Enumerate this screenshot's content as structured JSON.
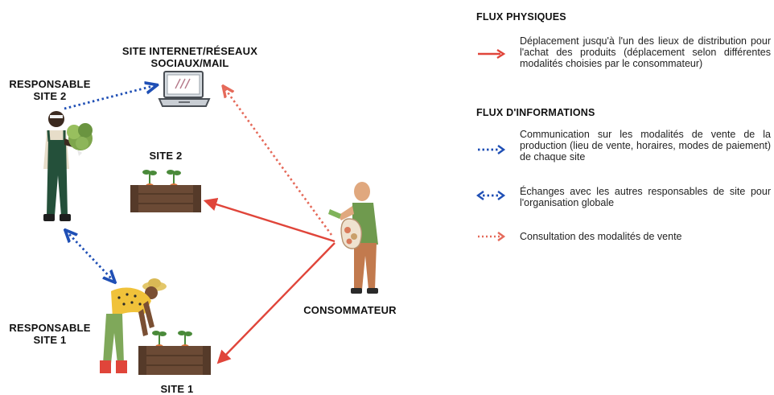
{
  "nodes": {
    "website": "SITE INTERNET/RÉSEAUX\nSOCIAUX/MAIL",
    "resp2": "RESPONSABLE\nSITE 2",
    "site2": "SITE 2",
    "consumer": "CONSOMMATEUR",
    "resp1": "RESPONSABLE\nSITE 1",
    "site1": "SITE 1"
  },
  "legend": {
    "physical_title": "FLUX PHYSIQUES",
    "physical_desc": "Déplacement jusqu'à l'un des lieux de distribution pour l'achat des produits (déplacement selon différentes modalités choisies par le consommateur)",
    "info_title": "FLUX D'INFORMATIONS",
    "info1_desc": "Communication sur les modalités de vente de la production (lieu de vente, horaires, modes de paiement) de chaque site",
    "info2_desc": "Échanges avec les autres responsables de site pour l'organisation globale",
    "info3_desc": "Consultation des modalités de vente"
  },
  "colors": {
    "physical": "#e0453a",
    "info_blue": "#1f4fb5",
    "consult": "#e56a5a",
    "crate": "#6b4a35",
    "plant": "#4a8a3a"
  },
  "icons": {
    "laptop": "laptop-icon",
    "farmer2": "farmer-holding-lettuce",
    "farmer1": "farmer-bending",
    "consumer": "consumer-with-bag",
    "crate": "vegetable-crate"
  }
}
